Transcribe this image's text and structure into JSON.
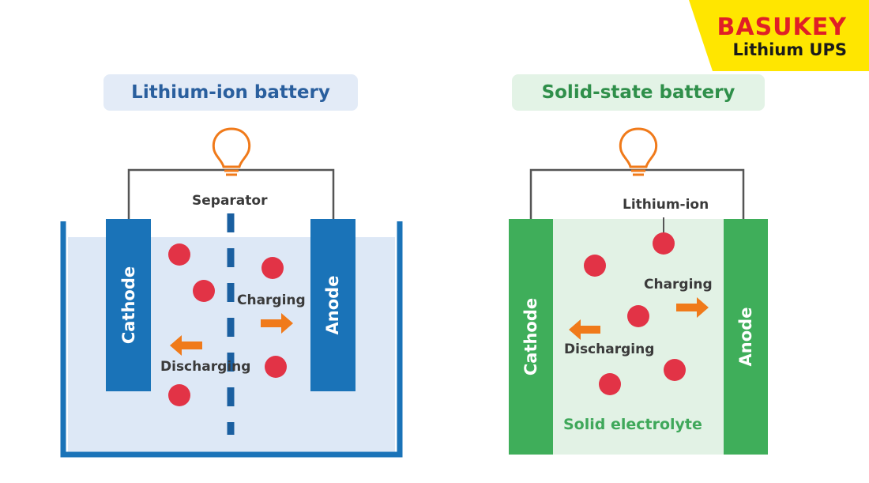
{
  "brand": {
    "name": "BASUKEY",
    "subtitle": "Lithium UPS",
    "colors": {
      "badge": "#ffe600",
      "name": "#e01f26"
    }
  },
  "left": {
    "title": "Lithium-ion battery",
    "separator_label": "Separator",
    "cathode": "Cathode",
    "anode": "Anode",
    "charging": "Charging",
    "discharging": "Discharging",
    "colors": {
      "electrode": "#1a73b8",
      "electrolyte": "#dde8f6",
      "title_bg": "#e3ebf7"
    }
  },
  "right": {
    "title": "Solid-state battery",
    "ion_label": "Lithium-ion",
    "cathode": "Cathode",
    "anode": "Anode",
    "charging": "Charging",
    "discharging": "Discharging",
    "electrolyte_label": "Solid electrolyte",
    "colors": {
      "electrode": "#3fae5a",
      "electrolyte": "#e2f2e5",
      "title_bg": "#e3f3e6"
    }
  },
  "icons": {
    "bulb": "lightbulb-icon",
    "arrow": "arrow-icon",
    "ion": "lithium-ion-dot"
  },
  "colors": {
    "ion": "#e23346",
    "arrow": "#f07a1a",
    "wire": "#555555"
  }
}
